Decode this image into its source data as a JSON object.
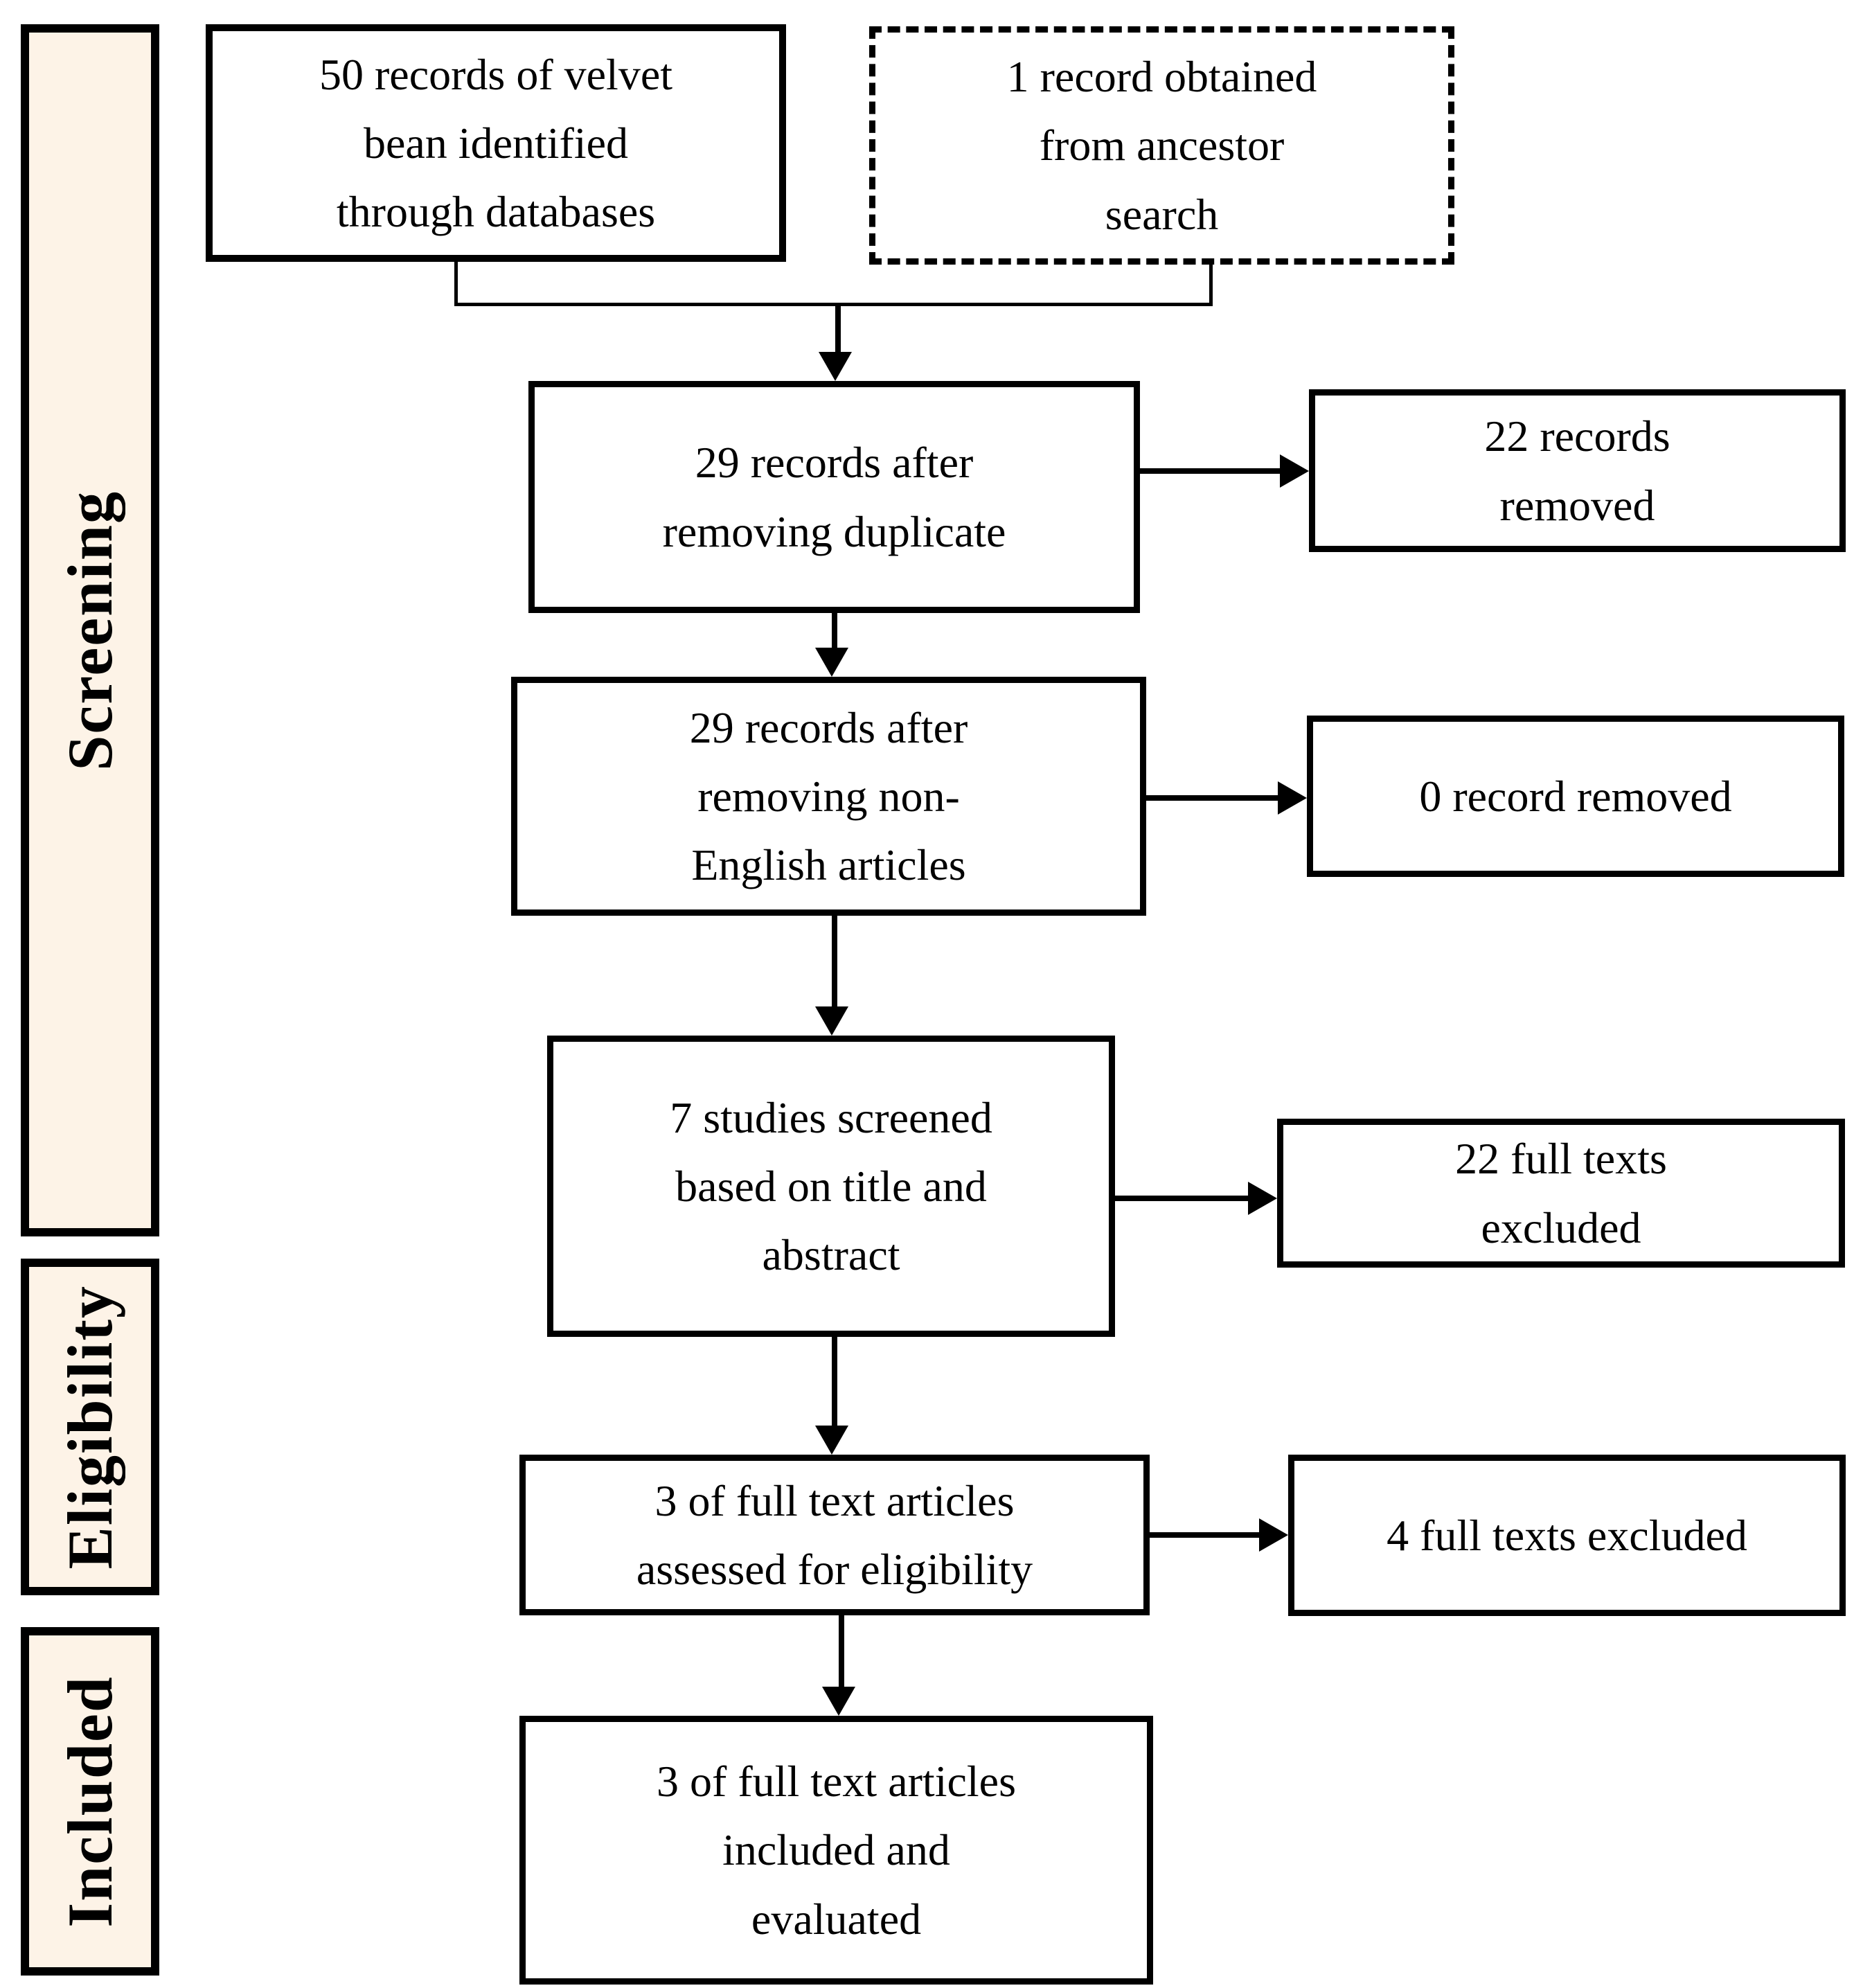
{
  "sidebar": {
    "stages": [
      {
        "label": "Screening"
      },
      {
        "label": "Eligibility"
      },
      {
        "label": "Included"
      }
    ]
  },
  "boxes": {
    "identified": "50 records of velvet\nbean identified\nthrough databases",
    "ancestor": "1 record obtained\nfrom ancestor\nsearch",
    "dedup": "29 records after\nremoving duplicate",
    "dedup_removed": "22 records\nremoved",
    "nonenglish": "29 records after\nremoving non-\nEnglish articles",
    "nonenglish_removed": "0 record removed",
    "screened": "7 studies screened\nbased on title and\nabstract",
    "screened_excluded": "22 full texts\nexcluded",
    "assessed": "3 of full text articles\nassessed for eligibility",
    "assessed_excluded": "4 full texts excluded",
    "included": "3 of full text articles\nincluded and\nevaluated"
  },
  "colors": {
    "stage_bg": "#FDF3E7",
    "line": "#000000",
    "paper": "#FFFFFF"
  }
}
